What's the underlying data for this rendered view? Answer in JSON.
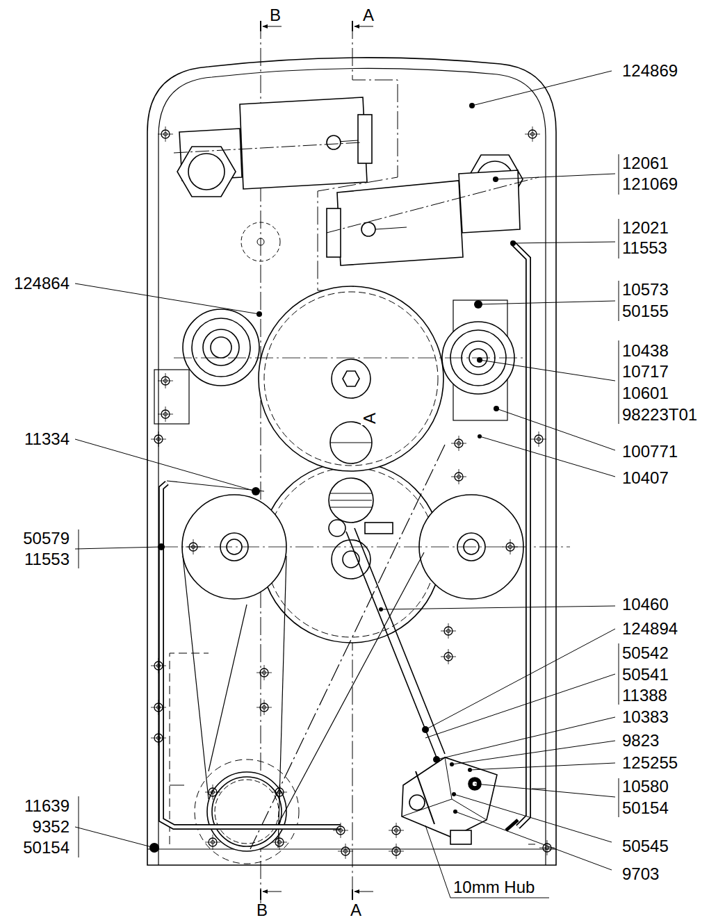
{
  "diagram": {
    "labels": [
      "B",
      "A",
      "124869",
      "12061",
      "121069",
      "12021",
      "11553",
      "124864",
      "10573",
      "50155",
      "10438",
      "10717",
      "10601",
      "98223T01",
      "A",
      "11334",
      "100771",
      "10407",
      "50579",
      "11553",
      "10460",
      "124894",
      "50542",
      "50541",
      "11388",
      "10383",
      "9823",
      "125255",
      "10580",
      "50154",
      "11639",
      "9352",
      "50154",
      "50545",
      "9703",
      "10mm Hub",
      "B",
      "A"
    ]
  }
}
